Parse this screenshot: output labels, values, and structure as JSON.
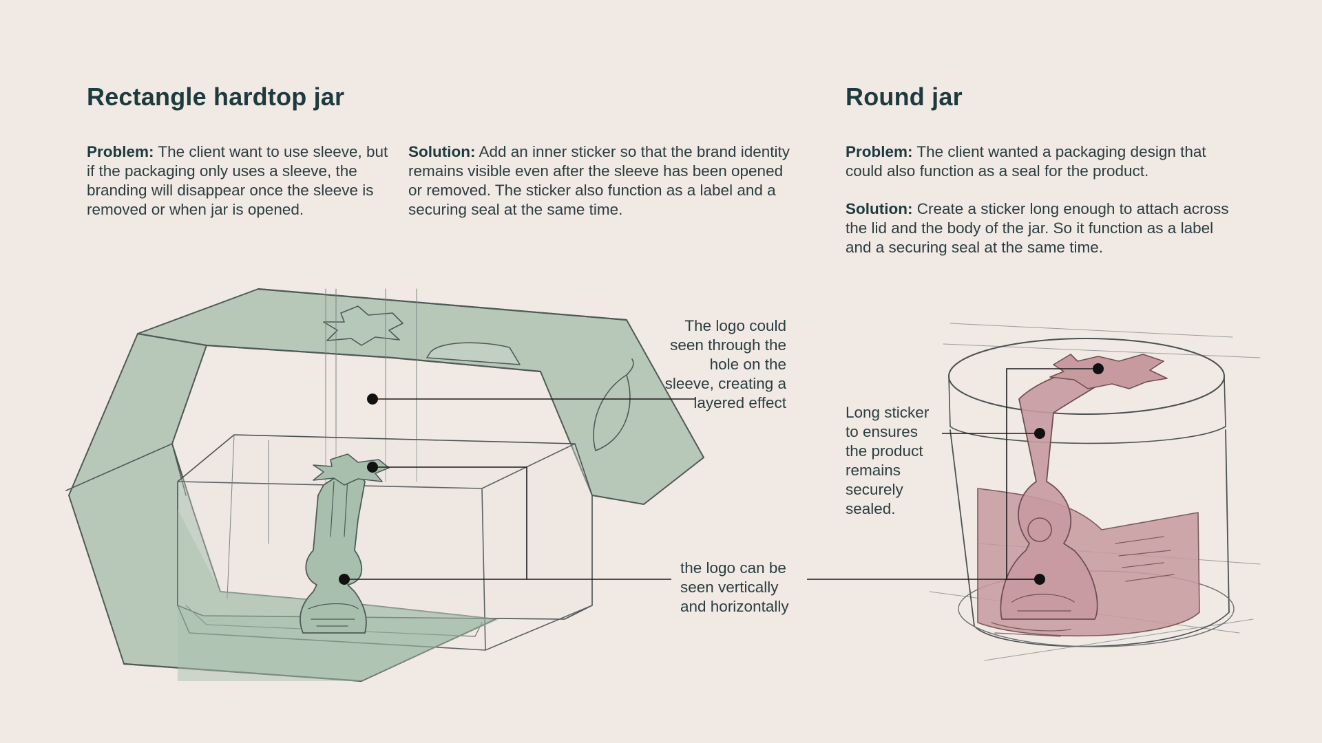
{
  "left_section": {
    "title": "Rectangle hardtop jar",
    "problem_label": "Problem:",
    "problem_text": " The client want to use sleeve, but if the packaging only uses a sleeve, the branding will disappear once the sleeve is removed or when jar is opened.",
    "solution_label": "Solution:",
    "solution_text": " Add an inner sticker so that the brand identity remains visible even after the sleeve has been opened or removed. The sticker also function as a label and a securing seal at the same time.",
    "callout_logo_through_hole": "The logo could seen through the hole on the sleeve, creating a layered effect",
    "callout_logo_vertical_horizontal": "the logo can be seen vertically and horizontally"
  },
  "right_section": {
    "title": "Round jar",
    "problem_label": "Problem:",
    "problem_text": " The client wanted a packaging design that could also function as a seal for the product.",
    "solution_label": "Solution:",
    "solution_text": " Create a sticker long enough to attach across the lid and the body of the jar. So it function as a label and a securing seal at the same time.",
    "callout_long_sticker": "Long sticker to ensures the product remains securely sealed."
  },
  "colors": {
    "background": "#f1e9e3",
    "sleeve_green": "#a9bfae",
    "sticker_pink": "#c79aa0",
    "ink": "#1d3a3e"
  }
}
